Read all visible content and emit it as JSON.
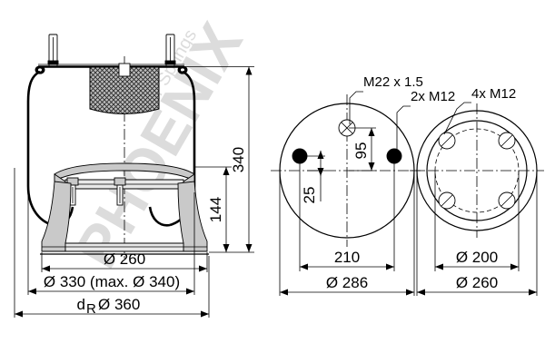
{
  "document": {
    "type": "technical-drawing",
    "subject": "air-spring-bellows",
    "background_color": "#ffffff",
    "line_color": "#000000",
    "watermark": {
      "brand": "PHOENIX",
      "tagline": "Air Springs",
      "color": "#dcdcdc"
    }
  },
  "views": {
    "side_view": {
      "name": "side-section-view",
      "dimensions": {
        "total_height": "340",
        "piston_height": "144",
        "piston_base_dia": "Ø 260",
        "bellows_dia": "Ø 330 (max. Ø 340)",
        "rolling_dia_label": "d",
        "rolling_dia_sub": "R",
        "rolling_dia_value": "Ø 360"
      }
    },
    "top_view": {
      "name": "top-plate-view",
      "labels": {
        "air_port": "M22 x 1.5",
        "studs": "2x M12"
      },
      "dimensions": {
        "port_offset_vertical": "95",
        "stud_offset_vertical": "25",
        "stud_spacing": "210",
        "plate_dia": "Ø 286"
      }
    },
    "bottom_view": {
      "name": "bottom-piston-view",
      "labels": {
        "bolts": "4x M12"
      },
      "dimensions": {
        "bolt_circle_dia": "Ø 200",
        "outer_dia": "Ø 260"
      }
    }
  }
}
